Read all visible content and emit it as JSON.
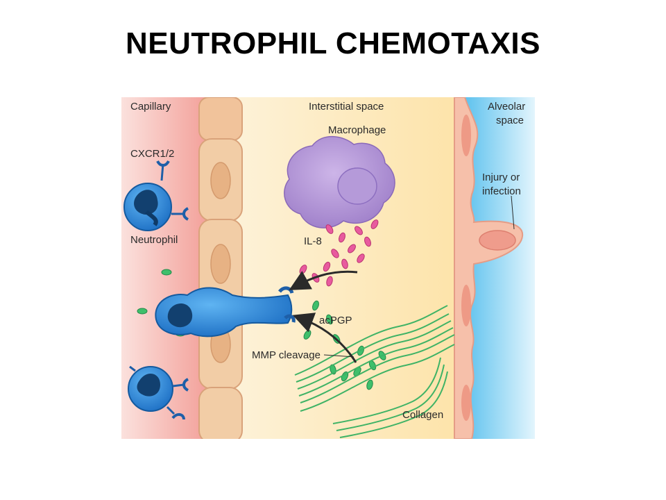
{
  "slide": {
    "title": "NEUTROPHIL CHEMOTAXIS"
  },
  "figure": {
    "labels": {
      "capillary": "Capillary",
      "interstitial": "Interstitial space",
      "alveolar_1": "Alveolar",
      "alveolar_2": "space",
      "macrophage": "Macrophage",
      "receptor": "CXCR1/2",
      "injury_1": "Injury or",
      "injury_2": "infection",
      "neutrophil": "Neutrophil",
      "il8": "IL-8",
      "acpgp": "acPGP",
      "mmp": "MMP cleavage",
      "collagen": "Collagen"
    },
    "colors": {
      "capillary": "#f4a9a3",
      "interstitial": "#fde9c1",
      "alveolar": "#8fd3f3",
      "endothelium": "#f2cda6",
      "neutrophil": "#2f8fd8",
      "macrophage": "#b79ad6",
      "il8": "#e64a93",
      "acpgp": "#2ea55a"
    }
  }
}
